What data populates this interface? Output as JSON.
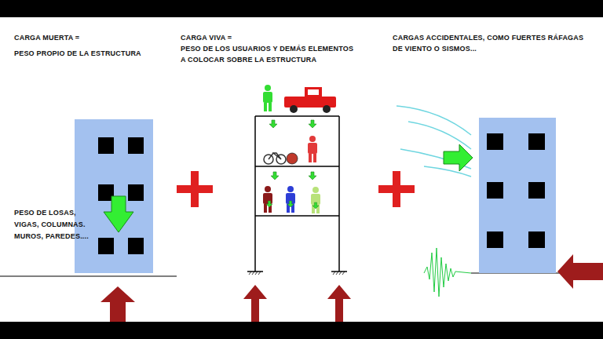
{
  "diagram": {
    "labels": [
      "CARGA MUERTA =",
      "PESO PROPIO DE LA ESTRUCTURA",
      "CARGA VIVA =",
      "PESO DE LOS USUARIOS Y DEMÁS ELEMENTOS",
      "A COLOCAR SOBRE LA ESTRUCTURA",
      "CARGAS ACCIDENTALES, COMO FUERTES RÁFAGAS",
      "DE VIENTO O SISMOS...",
      "PESO DE LOSAS,",
      "VIGAS, COLUMNAS.",
      "MUROS, PAREDES...."
    ]
  }
}
